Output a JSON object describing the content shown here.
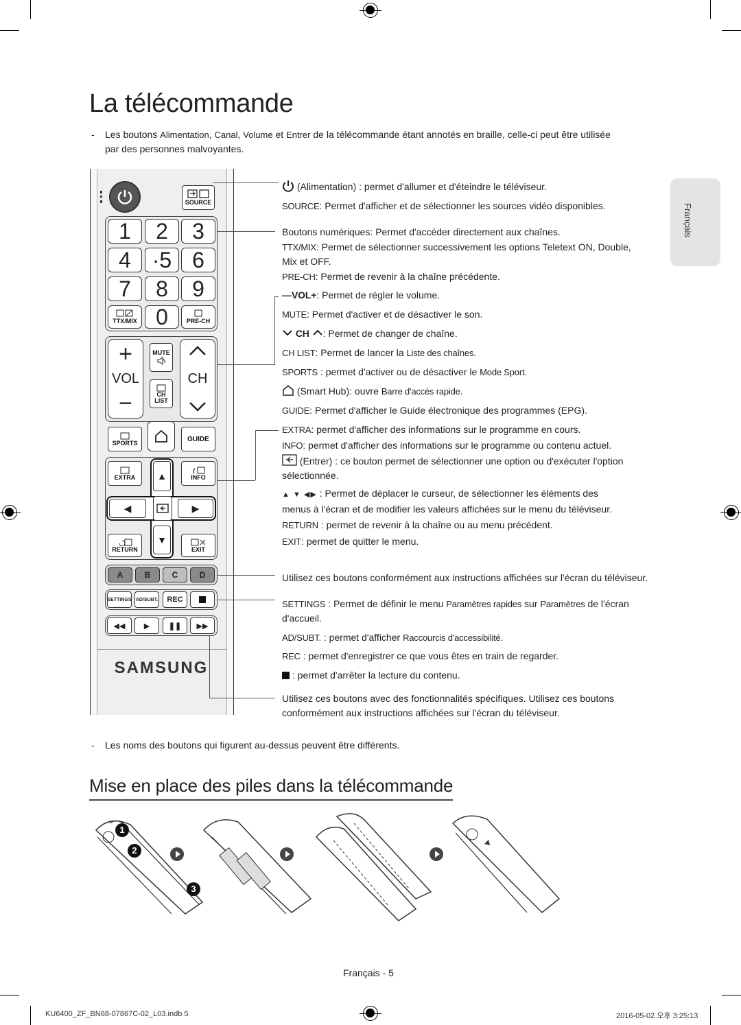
{
  "page": {
    "title": "La télécommande",
    "intro": {
      "dash": "-",
      "p1": "Les boutons ",
      "k1": "Alimentation",
      "sep1": ", ",
      "k2": "Canal",
      "sep2": ", ",
      "k3": "Volume",
      "p2": " et ",
      "k4": "Entrer",
      "p3": " de la télécommande étant annotés en braille, celle-ci peut être utilisée",
      "line2": "par des personnes malvoyantes."
    },
    "side_tab": "Français",
    "descriptions": {
      "power": "(Alimentation) : permet d'allumer et d'éteindre le téléviseur.",
      "source_key": "SOURCE",
      "source": ": Permet d'afficher et de sélectionner les sources vidéo disponibles.",
      "numbers": "Boutons numériques: Permet d'accéder directement aux chaînes.",
      "ttx_key": "TTX/MIX",
      "ttx": ": Permet de sélectionner successivement les options Teletext ON, Double,",
      "ttx2": "Mix et OFF.",
      "prech_key": "PRE-CH",
      "prech": ": Permet de revenir à la chaîne précédente.",
      "vol_key": "VOL",
      "vol": ": Permet de régler le volume.",
      "mute_key": "MUTE",
      "mute": ": Permet d'activer et de désactiver le son.",
      "ch_key": "CH",
      "ch": ": Permet de changer de chaîne.",
      "chlist_key": "CH LIST",
      "chlist": ":  Permet de lancer la ",
      "chlist_ui": "Liste des chaînes",
      "chlist_end": ".",
      "sports_key": "SPORTS",
      "sports": " : permet d'activer ou de désactiver le ",
      "sports_ui": "Mode Sport",
      "sports_end": ".",
      "smarthub": "(Smart Hub): ouvre ",
      "smarthub_ui": "Barre d'accès rapide",
      "smarthub_end": ".",
      "guide_key": "GUIDE",
      "guide": ": Permet d'afficher le Guide électronique des programmes (EPG).",
      "extra_key": "EXTRA",
      "extra": ": permet d'afficher des informations sur le programme en cours.",
      "info_key": "INFO",
      "info": ": permet d'afficher des informations sur le programme ou contenu actuel.",
      "enter": "(Entrer) : ce bouton permet de sélectionner une option ou d'exécuter l'option",
      "enter2": "sélectionnée.",
      "arrows": ": Permet de déplacer le curseur, de sélectionner les éléments des",
      "arrows2": "menus à l'écran et de modifier les valeurs affichées sur le menu du téléviseur.",
      "return_key": "RETURN",
      "return": " : permet de revenir à la chaîne ou au menu précédent.",
      "exit_key": "EXIT",
      "exit": ": permet de quitter le menu.",
      "colors": "Utilisez ces boutons conformément aux instructions affichées sur l'écran du téléviseur.",
      "settings_key": "SETTINGS",
      "settings": " : Permet de définir le menu ",
      "settings_ui1": "Paramètres rapides",
      "settings_mid": " sur ",
      "settings_ui2": "Paramètres",
      "settings_end": " de l'écran",
      "settings2": "d'accueil.",
      "adsubt_key": "AD/SUBT.",
      "adsubt": " : permet d'afficher ",
      "adsubt_ui": "Raccourcis d'accessibilité",
      "adsubt_end": ".",
      "rec_key": "REC",
      "rec": " : permet d'enregistrer ce que vous êtes en train de regarder.",
      "stop": ": permet d'arrêter la lecture du contenu.",
      "media": "Utilisez ces boutons avec des fonctionnalités spécifiques. Utilisez ces boutons",
      "media2": "conformément aux instructions affichées sur l'écran du téléviseur."
    },
    "note2": {
      "dash": "-",
      "text": "Les noms des boutons qui figurent au-dessus peuvent être différents."
    },
    "subtitle": "Mise en place des piles dans la télécommande",
    "steps": [
      "1",
      "2",
      "3"
    ],
    "page_number": "Français - 5",
    "footer_left": "KU6400_ZF_BN68-07867C-02_L03.indb   5",
    "footer_right": "2016-05-02   오후 3:25:13"
  },
  "remote": {
    "source": "SOURCE",
    "digits": [
      "1",
      "2",
      "3",
      "4",
      "·5",
      "6",
      "7",
      "8",
      "9",
      "0"
    ],
    "ttxmix": "TTX/MIX",
    "prech": "PRE-CH",
    "vol": "VOL",
    "ch": "CH",
    "mute": "MUTE",
    "ch_list_1": "CH",
    "ch_list_2": "LIST",
    "sports": "SPORTS",
    "guide": "GUIDE",
    "extra": "EXTRA",
    "info": "INFO",
    "return": "RETURN",
    "exit": "EXIT",
    "color_keys": [
      "A",
      "B",
      "C",
      "D"
    ],
    "color_values": [
      "#c0392b",
      "#2e8b3a",
      "#e3c21a",
      "#2a5bb5"
    ],
    "settings": "SETTINGS",
    "adsubt": "AD/SUBT.",
    "rec": "REC",
    "brand": "SAMSUNG"
  }
}
